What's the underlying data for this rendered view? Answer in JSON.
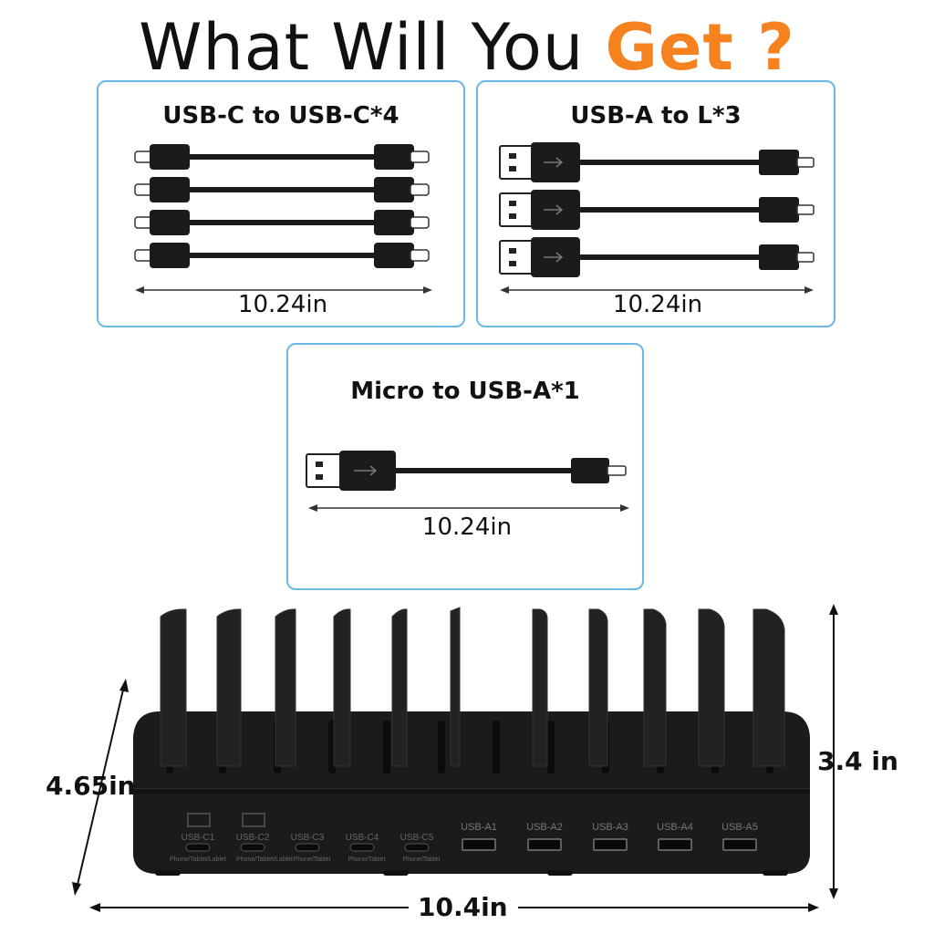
{
  "title": {
    "prefix": "What Will You ",
    "accent": "Get ?"
  },
  "colors": {
    "accent": "#f5821f",
    "card_border": "#6ab8e8",
    "device": "#1b1b1b"
  },
  "cards": [
    {
      "title": "USB-C to USB-C*4",
      "length": "10.24in",
      "cable_count": 4
    },
    {
      "title": "USB-A to L*3",
      "length": "10.24in",
      "cable_count": 3
    },
    {
      "title": "Micro to USB-A*1",
      "length": "10.24in",
      "cable_count": 1
    }
  ],
  "device": {
    "ports_c": [
      {
        "label": "USB-C1",
        "sub": "Phone/Tablet/Lablet"
      },
      {
        "label": "USB-C2",
        "sub": "Phone/Tablet/Lablet"
      },
      {
        "label": "USB-C3",
        "sub": "Phone/Tablet"
      },
      {
        "label": "USB-C4",
        "sub": "Phone/Tablet"
      },
      {
        "label": "USB-C5",
        "sub": "Phone/Tablet"
      }
    ],
    "ports_a": [
      "USB-A1",
      "USB-A2",
      "USB-A3",
      "USB-A4",
      "USB-A5"
    ],
    "dims": {
      "depth": "4.65in",
      "height": "3.4 in",
      "width": "10.4in"
    }
  }
}
